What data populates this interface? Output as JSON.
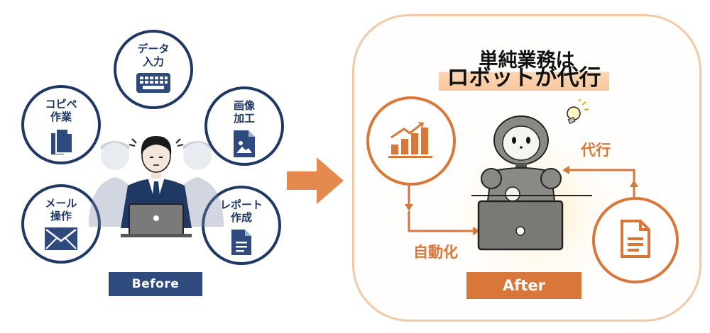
{
  "before": {
    "tasks": [
      {
        "label": "データ\n入力",
        "icon": "keyboard-icon"
      },
      {
        "label": "コピペ\n作業",
        "icon": "copy-icon"
      },
      {
        "label": "画像\n加工",
        "icon": "image-file-icon"
      },
      {
        "label": "メール\n操作",
        "icon": "mail-icon"
      },
      {
        "label": "レポート\n作成",
        "icon": "document-icon"
      }
    ],
    "tag": "Before"
  },
  "after": {
    "headline_line1": "単純業務は",
    "headline_line2": "ロボットが代行",
    "label_automation": "自動化",
    "label_substitute": "代行",
    "tag": "After"
  },
  "colors": {
    "navy": "#1f3864",
    "orange": "#d9773a",
    "panel_border": "#f0c9a8"
  }
}
